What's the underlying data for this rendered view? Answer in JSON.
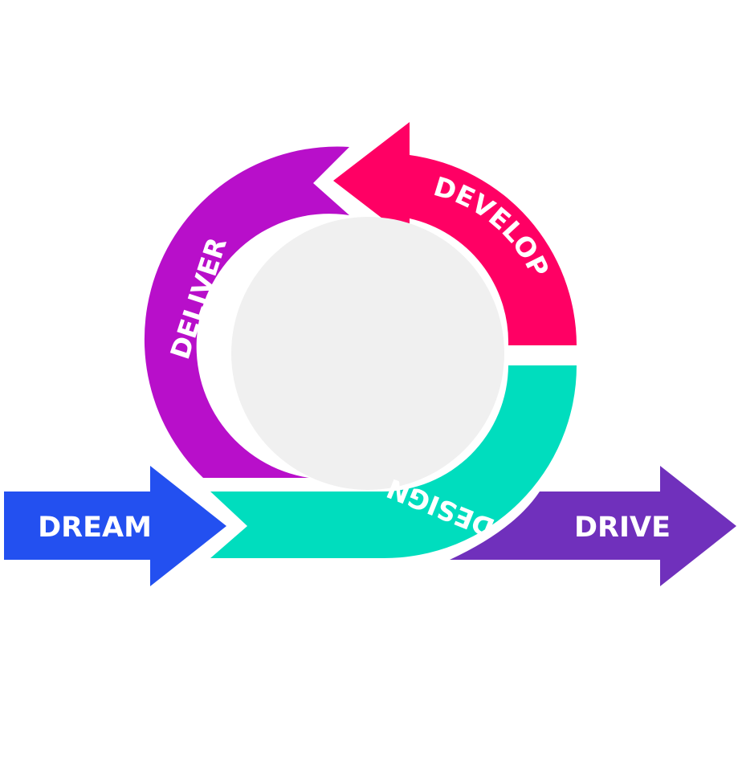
{
  "diagram": {
    "stages": [
      {
        "id": "dream",
        "label": "DREAM",
        "color": "#2350F0"
      },
      {
        "id": "design",
        "label": "DESIGN",
        "color": "#00DDBE"
      },
      {
        "id": "develop",
        "label": "DEVELOP",
        "color": "#FF0064"
      },
      {
        "id": "deliver",
        "label": "DELIVER",
        "color": "#B80FCA"
      },
      {
        "id": "drive",
        "label": "DRIVE",
        "color": "#7030BC"
      }
    ],
    "center_color": "#F0F0F0"
  }
}
